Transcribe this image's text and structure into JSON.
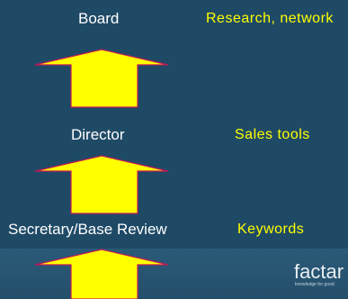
{
  "levels": [
    {
      "label": "Board",
      "note": "Research, network"
    },
    {
      "label": "Director",
      "note": "Sales tools"
    },
    {
      "label": "Secretary/Base Review",
      "note": "Keywords"
    }
  ],
  "logo": {
    "text": "factar",
    "tagline": "knowledge for good"
  },
  "colors": {
    "background": "#1f4a66",
    "arrow_fill": "#ffff00",
    "arrow_stroke": "#c0185a",
    "label": "#ffffff",
    "note": "#ffff00"
  }
}
